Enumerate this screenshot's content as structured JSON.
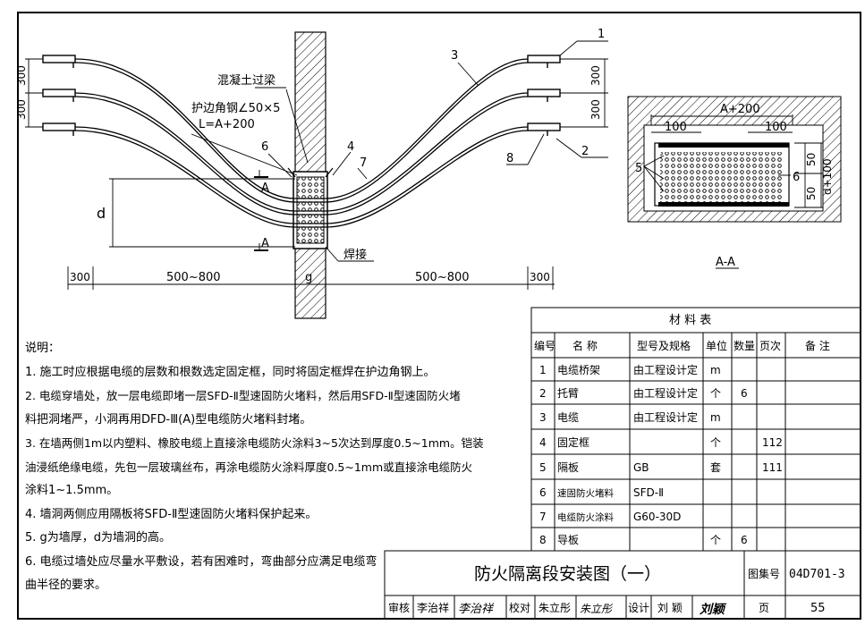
{
  "drawing": {
    "callouts": [
      "1",
      "2",
      "3",
      "4",
      "5",
      "6",
      "7",
      "8"
    ],
    "labels": {
      "lintel": "混凝土过梁",
      "angle_steel": "护边角钢∠50×5",
      "length": "L=A+200",
      "weld": "焊接",
      "section_mark": "A",
      "height_d": "d",
      "wall_g": "g"
    },
    "dims": {
      "spacing": "300",
      "side": "300",
      "span": "500~800"
    }
  },
  "section": {
    "title": "A-A",
    "width": "A+200",
    "left_offset": "100",
    "right_offset": "100",
    "h1": "50",
    "h2": "50",
    "total": "d+100",
    "callout5": "5",
    "callout6": "6"
  },
  "notes": {
    "heading": "说明：",
    "lines": [
      "1. 施工时应根据电缆的层数和根数选定固定框，同时将固定框焊在护边角钢上。",
      "2. 电缆穿墙处，放一层电缆即堵一层SFD-Ⅱ型速固防火堵料，然后用SFD-Ⅱ型速固防火堵",
      "    料把洞堵严，小洞再用DFD-Ⅲ(A)型电缆防火堵料封堵。",
      "3. 在墙两侧1m以内塑料、橡胶电缆上直接涂电缆防火涂料3~5次达到厚度0.5~1mm。铠装",
      "    油浸纸绝缘电缆，先包一层玻璃丝布，再涂电缆防火涂料厚度0.5~1mm或直接涂电缆防火",
      "    涂料1~1.5mm。",
      "4. 墙洞两侧应用隔板将SFD-Ⅱ型速固防火堵料保护起来。",
      "5. g为墙厚，d为墙洞的高。",
      "6. 电缆过墙处应尽量水平敷设，若有困难时，弯曲部分应满足电缆弯",
      "    曲半径的要求。"
    ]
  },
  "materials": {
    "title": "材 料 表",
    "headers": [
      "编号",
      "名 称",
      "型号及规格",
      "单位",
      "数量",
      "页次",
      "备 注"
    ],
    "rows": [
      {
        "no": "1",
        "name": "电缆桥架",
        "spec": "由工程设计定",
        "unit": "m",
        "qty": "",
        "page": "",
        "remark": ""
      },
      {
        "no": "2",
        "name": "托臂",
        "spec": "由工程设计定",
        "unit": "个",
        "qty": "6",
        "page": "",
        "remark": ""
      },
      {
        "no": "3",
        "name": "电缆",
        "spec": "由工程设计定",
        "unit": "m",
        "qty": "",
        "page": "",
        "remark": ""
      },
      {
        "no": "4",
        "name": "固定框",
        "spec": "",
        "unit": "个",
        "qty": "",
        "page": "112",
        "remark": ""
      },
      {
        "no": "5",
        "name": "隔板",
        "spec": "GB",
        "unit": "套",
        "qty": "",
        "page": "111",
        "remark": ""
      },
      {
        "no": "6",
        "name": "速固防火堵料",
        "spec": "SFD-Ⅱ",
        "unit": "",
        "qty": "",
        "page": "",
        "remark": ""
      },
      {
        "no": "7",
        "name": "电缆防火涂料",
        "spec": "G60-30D",
        "unit": "",
        "qty": "",
        "page": "",
        "remark": ""
      },
      {
        "no": "8",
        "name": "导板",
        "spec": "",
        "unit": "个",
        "qty": "6",
        "page": "",
        "remark": ""
      }
    ]
  },
  "titleblock": {
    "title": "防火隔离段安装图（一）",
    "atlas_label": "图集号",
    "atlas_no": "04D701-3",
    "review_label": "审核",
    "reviewer": "李治祥",
    "reviewer_sig": "李治祥",
    "check_label": "校对",
    "checker": "朱立彤",
    "checker_sig": "朱立彤",
    "design_label": "设计",
    "designer": "刘 颖",
    "designer_sig": "刘颖",
    "page_label": "页",
    "page_no": "55"
  }
}
